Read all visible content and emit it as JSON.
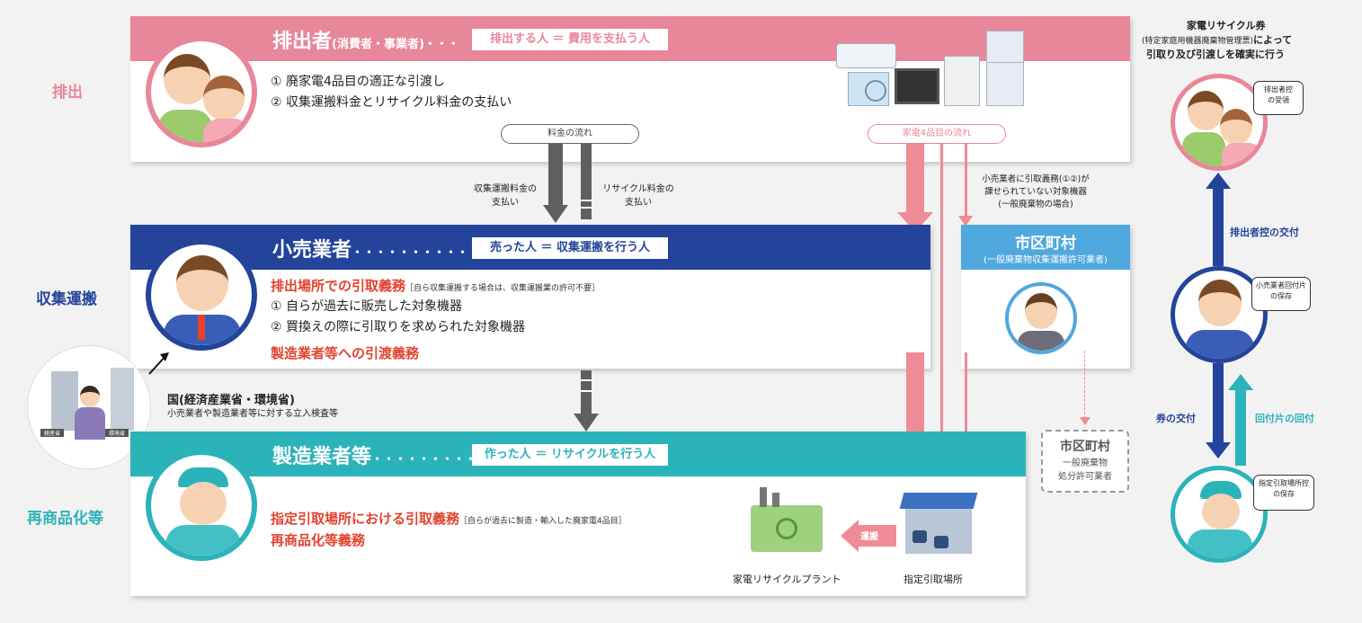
{
  "left_labels": {
    "haishutsu": "排出",
    "shushu": "収集運搬",
    "saishohin": "再商品化等"
  },
  "discharger": {
    "title": "排出者",
    "title_sub": "(消費者・事業者)・・・",
    "role": "排出する人 ＝ 費用を支払う人",
    "line1": "① 廃家電4品目の適正な引渡し",
    "line2": "② 収集運搬料金とリサイクル料金の支払い",
    "fee_flow": "料金の流れ",
    "item_flow": "家電4品目の流れ"
  },
  "flow_labels": {
    "collection_fee": [
      "収集運搬料金の",
      "支払い"
    ],
    "recycle_fee": [
      "リサイクル料金の",
      "支払い"
    ],
    "municipality_note": [
      "小売業者に引取義務(①②)が",
      "課せられていない対象機器",
      "(一般廃棄物の場合)"
    ]
  },
  "retailer": {
    "title": "小売業者",
    "dots": "・・・・・・・・・・・・・・",
    "role": "売った人 ＝ 収集運搬を行う人",
    "duty_main": "排出場所での引取義務",
    "duty_note": "［自ら収集運搬する場合は、収集運搬業の許可不要］",
    "line1": "① 自らが過去に販売した対象機器",
    "line2": "② 買換えの際に引取りを求められた対象機器",
    "duty2": "製造業者等への引渡義務"
  },
  "municipality": {
    "title": "市区町村",
    "sub": "(一般廃棄物収集運搬許可業者)"
  },
  "municipality2": {
    "title": "市区町村",
    "line1": "一般廃棄物",
    "line2": "処分許可業者"
  },
  "government": {
    "title": "国(経済産業省・環境省)",
    "sub": "小売業者や製造業者等に対する立入検査等",
    "sign1": "経産省",
    "sign2": "環境省"
  },
  "manufacturer": {
    "title": "製造業者等",
    "dots": "・・・・・・・・・・・・",
    "role": "作った人 ＝ リサイクルを行う人",
    "duty_main": "指定引取場所における引取義務",
    "duty_note": "［自らが過去に製造・輸入した廃家電4品目］",
    "duty2": "再商品化等義務",
    "transport": "運搬",
    "plant": "家電リサイクルプラント",
    "site": "指定引取場所"
  },
  "ticket": {
    "title": "家電リサイクル券",
    "sub": "(特定家庭用機器廃棄物管理票)",
    "sub_tail": "によって",
    "line2": "引取り及び引渡しを確実に行う",
    "bubble1": [
      "排出者控",
      "の受領"
    ],
    "bubble2": [
      "小売業者回付片",
      "の保存"
    ],
    "bubble3": [
      "指定引取場所控",
      "の保存"
    ],
    "arrow_up": "排出者控の交付",
    "arrow_down": "券の交付",
    "arrow_back": "回付片の回付"
  },
  "colors": {
    "pink": "#e8879a",
    "navy": "#23449a",
    "teal": "#2bb3ba",
    "sky": "#4fa8de",
    "red": "#e3422d",
    "gray_arrow": "#5f5f5f"
  }
}
